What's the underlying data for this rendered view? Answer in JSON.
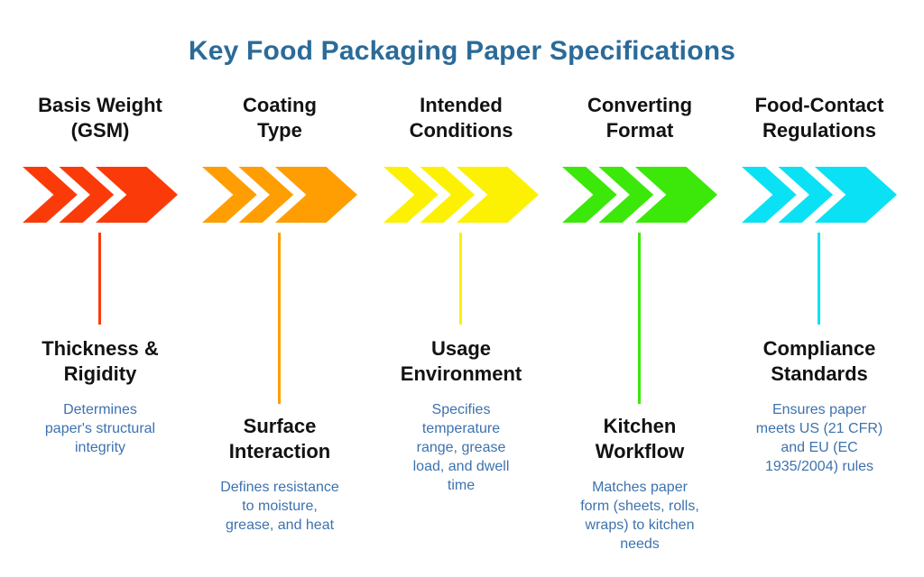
{
  "title": {
    "text": "Key Food Packaging Paper Specifications",
    "color": "#2B6B99"
  },
  "text_colors": {
    "heading": "#121212",
    "description": "#3D72AE"
  },
  "columns": [
    {
      "header": "Basis Weight\n(GSM)",
      "color": "#FA3B09",
      "color_name": "red",
      "subtitle": "Thickness &\nRigidity",
      "description": "Determines\npaper's structural\nintegrity"
    },
    {
      "header": "Coating\nType",
      "color": "#FF9E02",
      "color_name": "orange",
      "subtitle": "Surface\nInteraction",
      "description": "Defines resistance\nto moisture,\ngrease, and heat"
    },
    {
      "header": "Intended\nConditions",
      "color": "#FCF102",
      "color_name": "yellow",
      "subtitle": "Usage\nEnvironment",
      "description": "Specifies\ntemperature\nrange, grease\nload, and dwell\ntime"
    },
    {
      "header": "Converting\nFormat",
      "color": "#3BE80A",
      "color_name": "green",
      "subtitle": "Kitchen\nWorkflow",
      "description": "Matches paper\nform (sheets, rolls,\nwraps) to kitchen\nneeds"
    },
    {
      "header": "Food-Contact\nRegulations",
      "color": "#0BE1F4",
      "color_name": "cyan",
      "subtitle": "Compliance\nStandards",
      "description": "Ensures paper\nmeets US (21 CFR)\nand EU (EC\n1935/2004) rules"
    }
  ]
}
